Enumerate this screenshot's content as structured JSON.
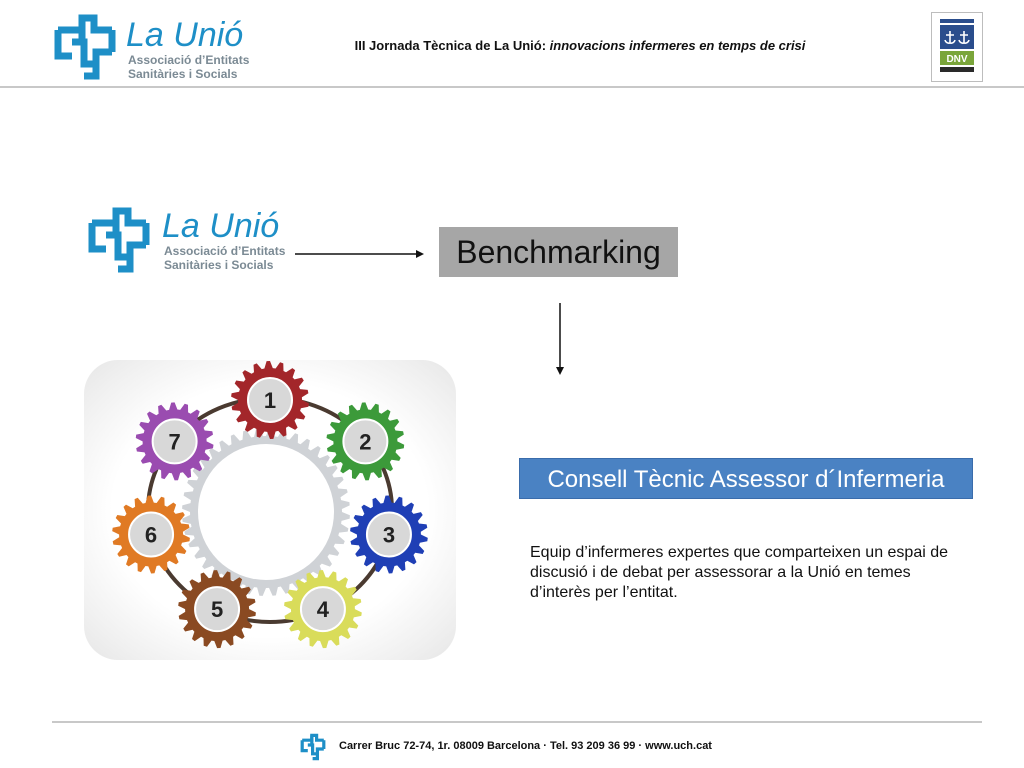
{
  "header": {
    "org_name": "La Unió",
    "org_sub1": "Associació d’Entitats",
    "org_sub2": "Sanitàries i Socials",
    "title_plain": "III Jornada Tècnica de La Unió: ",
    "title_italic": "innovacions infermeres en temps de crisi",
    "badge_text": "DNV"
  },
  "diagram": {
    "logo_name": "La Unió",
    "logo_sub1": "Associació d’Entitats",
    "logo_sub2": "Sanitàries i Socials",
    "benchmarking": "Benchmarking",
    "consell": "Consell Tècnic Assessor d´Infermeria",
    "description": "Equip d’infermeres expertes que comparteixen un espai de discusió i de debat per assessorar a la Unió en temes d’interès per l’entitat."
  },
  "gears": [
    {
      "label": "1",
      "color": "#a3262a"
    },
    {
      "label": "2",
      "color": "#3c9a3a"
    },
    {
      "label": "3",
      "color": "#1f3fb5"
    },
    {
      "label": "4",
      "color": "#d9dc5a"
    },
    {
      "label": "5",
      "color": "#8a4a22"
    },
    {
      "label": "6",
      "color": "#e07a24"
    },
    {
      "label": "7",
      "color": "#9a4cb0"
    }
  ],
  "footer": {
    "address": "Carrer Bruc 72-74, 1r. 08009 Barcelona · Tel. 93  209 36 99 · www.uch.cat"
  },
  "colors": {
    "brand_blue": "#1e8fc7",
    "benchmark_gray": "#a6a6a6",
    "consell_blue": "#4a82c3"
  }
}
